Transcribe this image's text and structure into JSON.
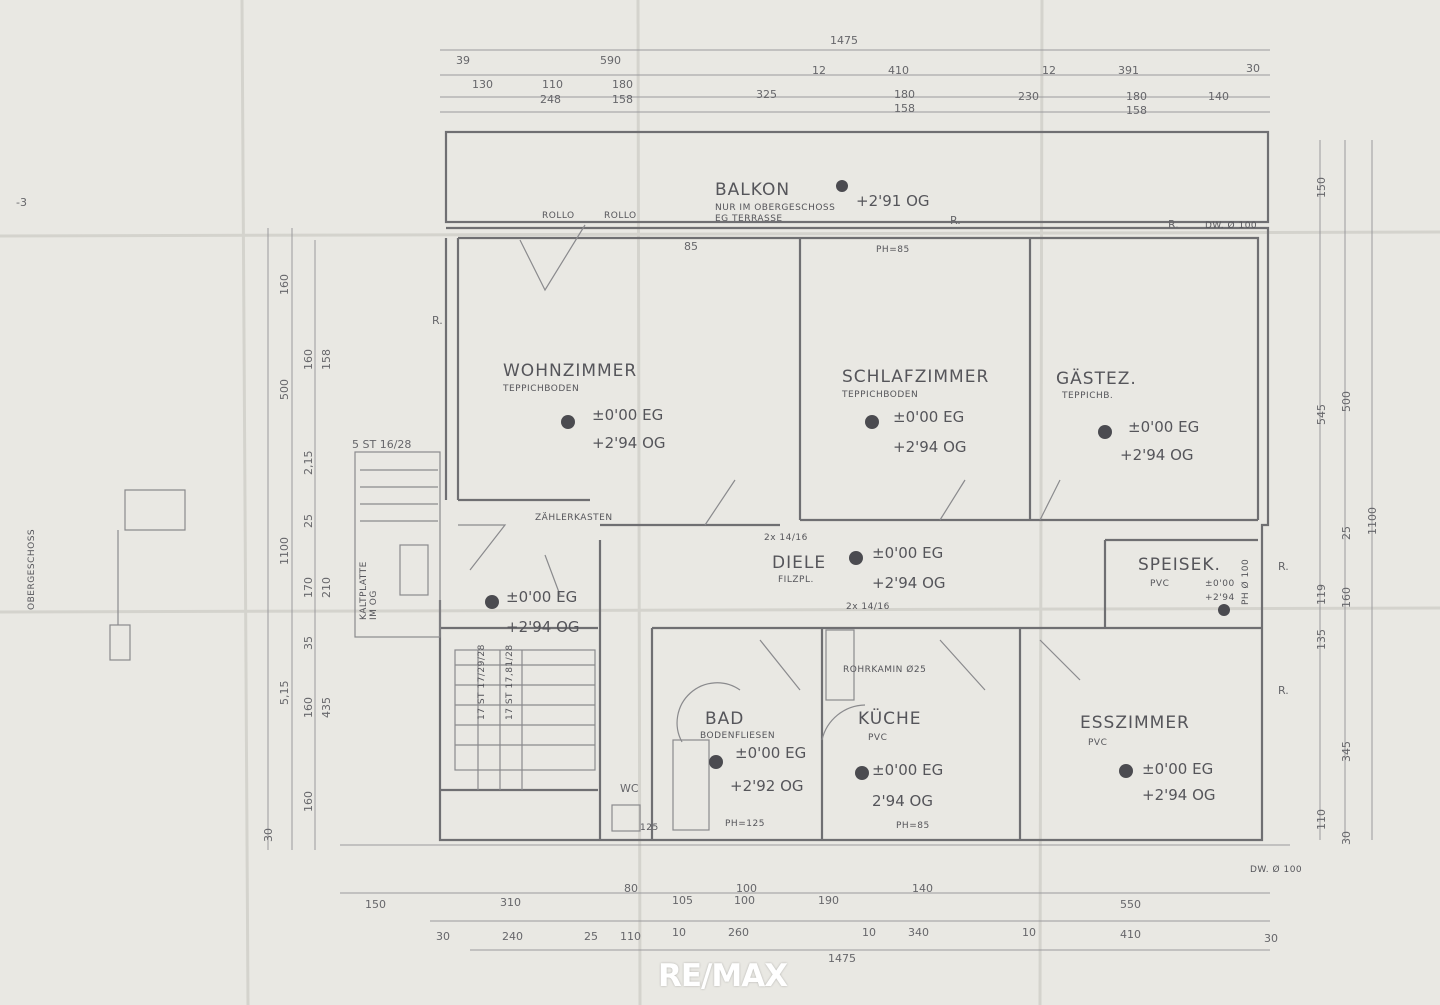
{
  "dimensions": {
    "top_total": "1475",
    "top_row1": [
      "39",
      "590",
      "12",
      "410",
      "12",
      "391",
      "30"
    ],
    "top_row2": [
      "130",
      "110",
      "180",
      "325",
      "180",
      "230",
      "180",
      "140"
    ],
    "top_row3": [
      "248",
      "158",
      "158",
      "158"
    ],
    "bottom_total": "1475",
    "bottom_row1": [
      "150",
      "310",
      "80",
      "105",
      "100",
      "190",
      "140",
      "550"
    ],
    "bottom_row2": [
      "30",
      "240",
      "25",
      "110",
      "10",
      "260",
      "100",
      "10",
      "340",
      "10",
      "410",
      "30"
    ],
    "left": [
      "160",
      "500",
      "160",
      "158",
      "2,15",
      "25",
      "1100",
      "170",
      "210",
      "35",
      "5,15",
      "160",
      "435",
      "160",
      "30"
    ],
    "right": [
      "150",
      "545",
      "500",
      "25",
      "1100",
      "119",
      "160",
      "135",
      "345",
      "110",
      "30"
    ]
  },
  "rooms": [
    {
      "id": "balkon",
      "name": "BALKON",
      "note1": "NUR IM OBERGESCHOSS",
      "note2": "EG TERRASSE",
      "level_og": "+2'91 OG"
    },
    {
      "id": "wohnzimmer",
      "name": "WOHNZIMMER",
      "floor": "TEPPICHBODEN",
      "level_eg": "±0'00 EG",
      "level_og": "+2'94 OG"
    },
    {
      "id": "schlafzimmer",
      "name": "SCHLAFZIMMER",
      "floor": "TEPPICHBODEN",
      "level_eg": "±0'00 EG",
      "level_og": "+2'94 OG"
    },
    {
      "id": "gaestez",
      "name": "GÄSTEZ.",
      "floor": "TEPPICHB.",
      "level_eg": "±0'00 EG",
      "level_og": "+2'94 OG"
    },
    {
      "id": "diele",
      "name": "DIELE",
      "floor": "FILZPL.",
      "level_eg": "±0'00 EG",
      "level_og": "+2'94 OG"
    },
    {
      "id": "speisek",
      "name": "SPEISEK.",
      "floor": "PVC",
      "level_eg": "±0'00",
      "level_og": "+2'94"
    },
    {
      "id": "bad",
      "name": "BAD",
      "floor": "BODENFLIESEN",
      "level_eg": "±0'00 EG",
      "level_og": "+2'92 OG"
    },
    {
      "id": "kueche",
      "name": "KÜCHE",
      "floor": "PVC",
      "level_eg": "±0'00 EG",
      "level_og": "2'94 OG"
    },
    {
      "id": "esszimmer",
      "name": "ESSZIMMER",
      "floor": "PVC",
      "level_eg": "±0'00 EG",
      "level_og": "+2'94 OG"
    },
    {
      "id": "vorraum",
      "name": "",
      "floor": "",
      "level_eg": "±0'00 EG",
      "level_og": "+2'94 OG"
    }
  ],
  "annotations": {
    "rollo1": "ROLLO",
    "rollo2": "ROLLO",
    "ph85_a": "85",
    "ph85_b": "PH=85",
    "r1": "R.",
    "r2": "R.",
    "r3": "R.",
    "r4": "R.",
    "r5": "R.",
    "stairs_top": "5 ST 16/28",
    "stairs_mid": "17 ST 17/29/28",
    "stairs_mid2": "17 ST 17,81/28",
    "kaltplatte": "KALTPLATTE",
    "im_og": "IM OG",
    "zaehlerkasten": "ZÄHLERKASTEN",
    "rohrkamin": "ROHRKAMIN Ø25",
    "stair_2x": "2x 14/16",
    "stair_2x_b": "2x 14/16",
    "ph125_bad": "PH=125",
    "ph85_kueche": "PH=85",
    "ph125_wc": "125",
    "wc": "WC",
    "dw_bottom": "DW. Ø 100",
    "dw_top": "DW. Ø 100",
    "ph_dw": "PH Ø 100",
    "obergeschoss": "OBERGESCHOSS",
    "left_mark": "-3"
  },
  "brand": {
    "logo_text": "RE/MAX",
    "logo_color": "#ffffff"
  },
  "colors": {
    "paper": "#e9e8e3",
    "ink": "#6f6f72"
  }
}
